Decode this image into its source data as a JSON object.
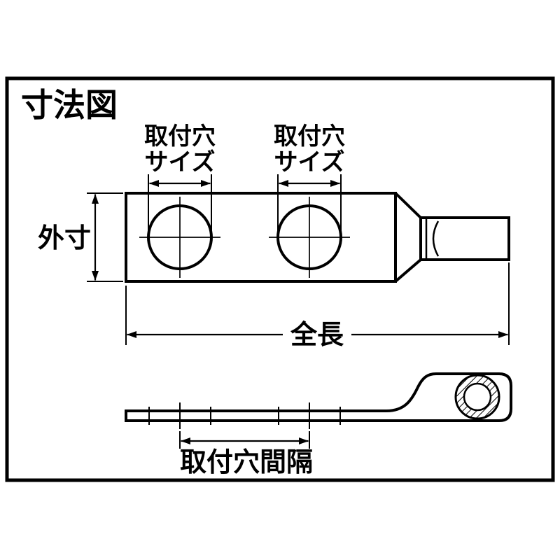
{
  "diagram": {
    "title": "寸法図",
    "colors": {
      "line": "#000000",
      "background": "#ffffff"
    },
    "labels": {
      "hole_size": {
        "line1": "取付穴",
        "line2": "サイズ"
      },
      "outer_dimension": "外寸",
      "overall_length": "全長",
      "hole_spacing": "取付穴間隔"
    }
  }
}
